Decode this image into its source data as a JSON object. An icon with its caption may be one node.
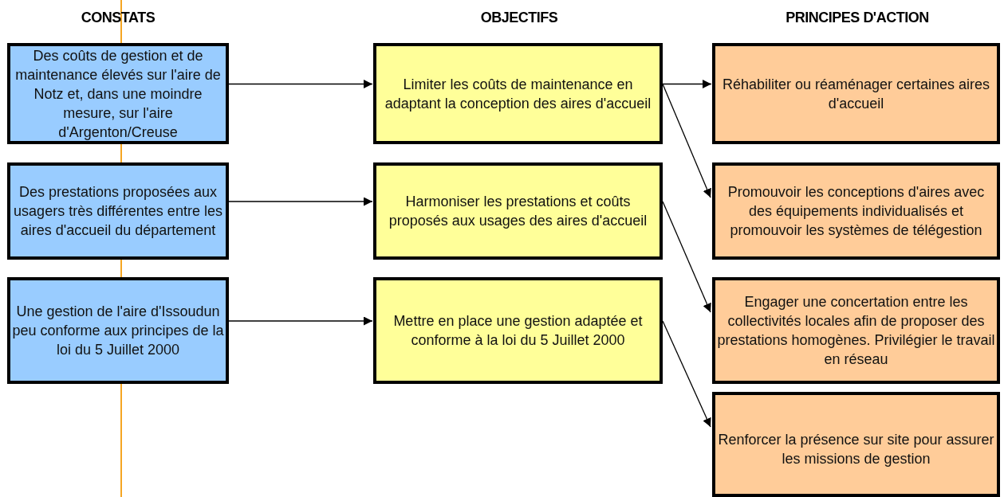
{
  "diagram": {
    "nodes": [
      {
        "text": [
          "Des coûts de gestion et de maintenance élevés sur l'aire de Notz et, dans une moindre mesure, sur l'aire d'Argenton/Creuse"
        ]
      },
      {
        "text": [
          "Des prestations proposées aux usagers très différentes entre les aires d'accueil du département"
        ]
      },
      {
        "text": [
          "Une gestion de l'aire d'Issoudun peu conforme aux principes de la loi du 5 Juillet 2000"
        ]
      },
      {
        "text": [
          "Limiter les coûts de maintenance en adaptant la conception des aires d'accueil"
        ]
      },
      {
        "text": [
          "Harmoniser les prestations et coûts proposés aux usages des aires d'accueil"
        ]
      },
      {
        "text": [
          "Mettre en place une gestion adaptée et conforme à la loi du 5 Juillet 2000"
        ]
      },
      {
        "text": [
          "Réhabiliter ou réaménager certaines aires d'accueil"
        ]
      },
      {
        "text": [
          "Promouvoir les conceptions d'aires avec des équipements individualisés et promouvoir les systèmes de télégestion"
        ]
      },
      {
        "text": [
          "Engager une concertation entre les collectivités locales afin de proposer des prestations homogènes. Privilégier le travail en réseau"
        ]
      },
      {
        "text": [
          "Renforcer la présence sur site pour assurer les missions de gestion"
        ]
      }
    ],
    "edges": [
      {
        "from": 0,
        "to": 3,
        "arrow": "to"
      },
      {
        "from": 1,
        "to": 4,
        "arrow": "to"
      },
      {
        "from": 2,
        "to": 5,
        "arrow": "to"
      },
      {
        "from": 3,
        "to": 6,
        "arrow": "to"
      },
      {
        "from": 3,
        "to": 7,
        "arrow": "to"
      },
      {
        "from": 4,
        "to": 8,
        "arrow": "to"
      },
      {
        "from": 5,
        "to": 9,
        "arrow": "to"
      }
    ],
    "labels": [
      "CONSTATS",
      "OBJECTIFS",
      "PRINCIPES D'ACTION"
    ]
  }
}
